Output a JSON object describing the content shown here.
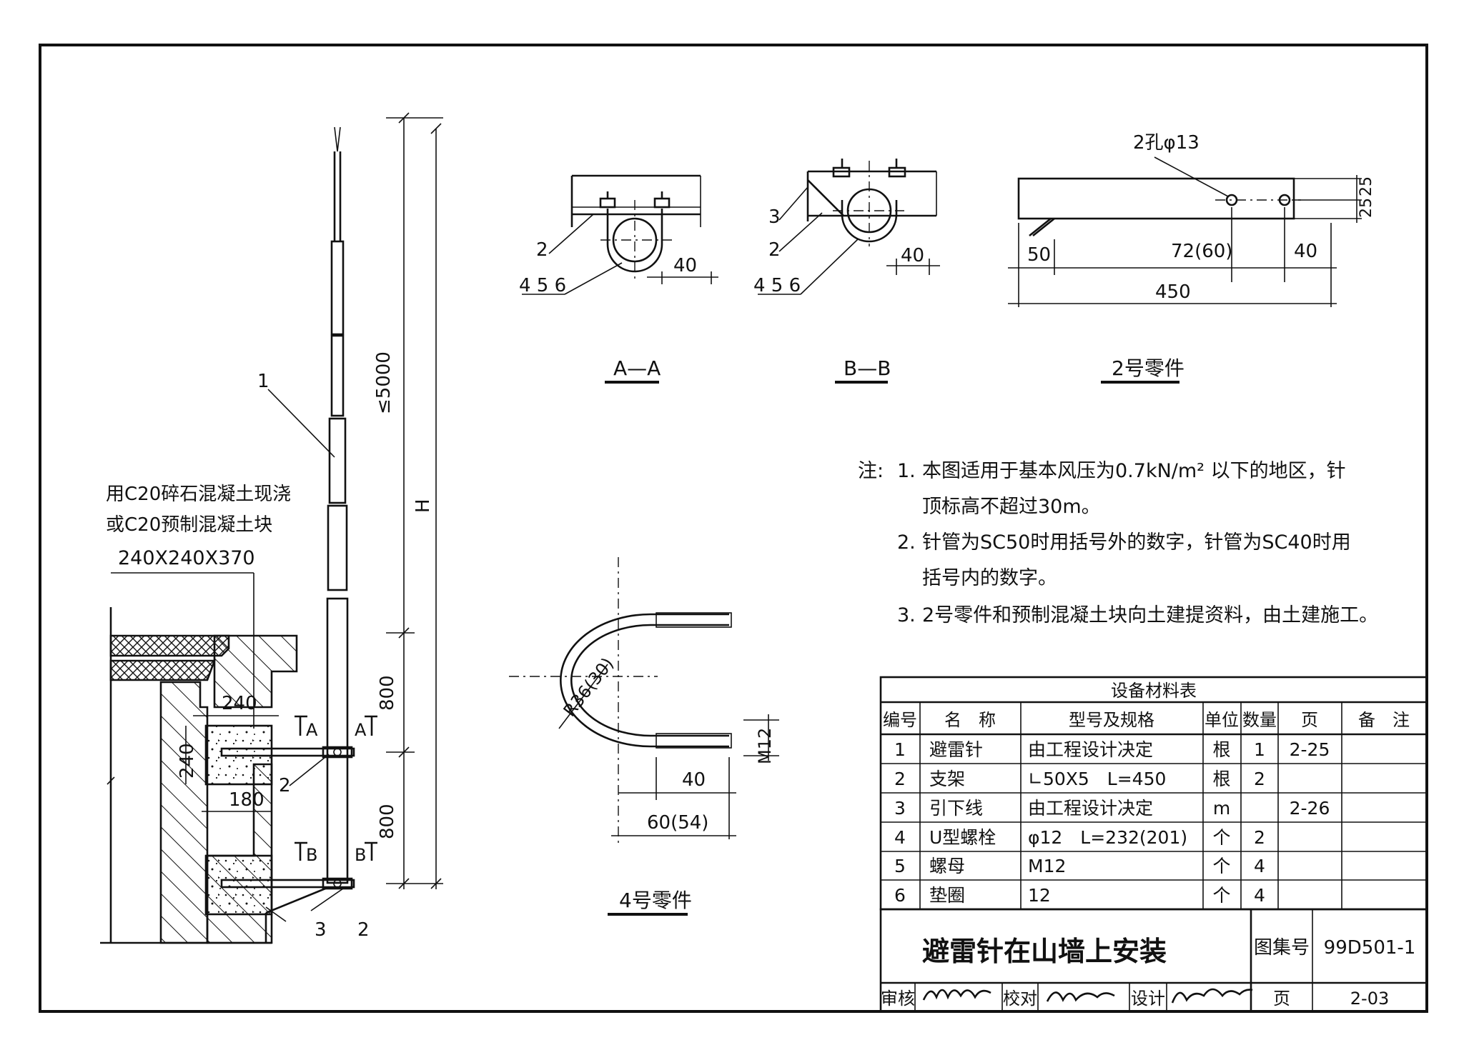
{
  "drawing": {
    "title": "避雷针在山墙上安装",
    "atlas_label": "图集号",
    "atlas_number": "99D501-1",
    "page_label": "页",
    "page_number": "2-03",
    "review_label": "审核",
    "check_label": "校对",
    "design_label": "设计",
    "review_sig": "",
    "check_sig": "",
    "design_sig": ""
  },
  "elevation": {
    "concrete_note_line1": "用C20碎石混凝土现浇",
    "concrete_note_line2": "或C20预制混凝土块",
    "concrete_note_line3": "240X240X370",
    "dim_max_height": "≤5000",
    "dim_h": "H",
    "dim_800_top": "800",
    "dim_800_bottom": "800",
    "dim_240_h": "240",
    "dim_240_v": "240",
    "dim_180": "180",
    "label_1": "1",
    "label_2_top": "2",
    "label_2_bottom": "2",
    "label_3": "3",
    "section_a_left": "A",
    "section_a_right": "A",
    "section_b_left": "B",
    "section_b_right": "B"
  },
  "section_aa": {
    "caption": "A—A",
    "label_2": "2",
    "label_456": "4 5 6",
    "dim_40": "40"
  },
  "section_bb": {
    "caption": "B—B",
    "label_3": "3",
    "label_2": "2",
    "label_456": "4 5 6",
    "dim_40": "40"
  },
  "part2": {
    "caption": "2号零件",
    "hole_note": "2孔φ13",
    "dim_25a": "25",
    "dim_25b": "25",
    "dim_50": "50",
    "dim_72": "72(60)",
    "dim_40": "40",
    "dim_450": "450"
  },
  "part4": {
    "caption": "4号零件",
    "dim_radius": "R36(30)",
    "dim_m12": "M12",
    "dim_40": "40",
    "dim_60": "60(54)"
  },
  "notes": {
    "prefix": "注:",
    "n1_num": "1.",
    "n1_line1": "本图适用于基本风压为0.7kN/m² 以下的地区，针",
    "n1_line2": "顶标高不超过30m。",
    "n2_num": "2.",
    "n2_line1": "针管为SC50时用括号外的数字，针管为SC40时用",
    "n2_line2": "括号内的数字。",
    "n3_num": "3.",
    "n3_line1": "2号零件和预制混凝土块向土建提资料，由土建施工。"
  },
  "materials_table": {
    "title": "设备材料表",
    "headers": [
      "编号",
      "名　称",
      "型号及规格",
      "单位",
      "数量",
      "页",
      "备　注"
    ],
    "rows": [
      [
        "1",
        "避雷针",
        "由工程设计决定",
        "根",
        "1",
        "2-25",
        ""
      ],
      [
        "2",
        "支架",
        "∟50X5　L=450",
        "根",
        "2",
        "",
        ""
      ],
      [
        "3",
        "引下线",
        "由工程设计决定",
        "m",
        "",
        "2-26",
        ""
      ],
      [
        "4",
        "U型螺栓",
        "φ12　L=232(201)",
        "个",
        "2",
        "",
        ""
      ],
      [
        "5",
        "螺母",
        "M12",
        "个",
        "4",
        "",
        ""
      ],
      [
        "6",
        "垫圈",
        "12",
        "个",
        "4",
        "",
        ""
      ]
    ]
  }
}
